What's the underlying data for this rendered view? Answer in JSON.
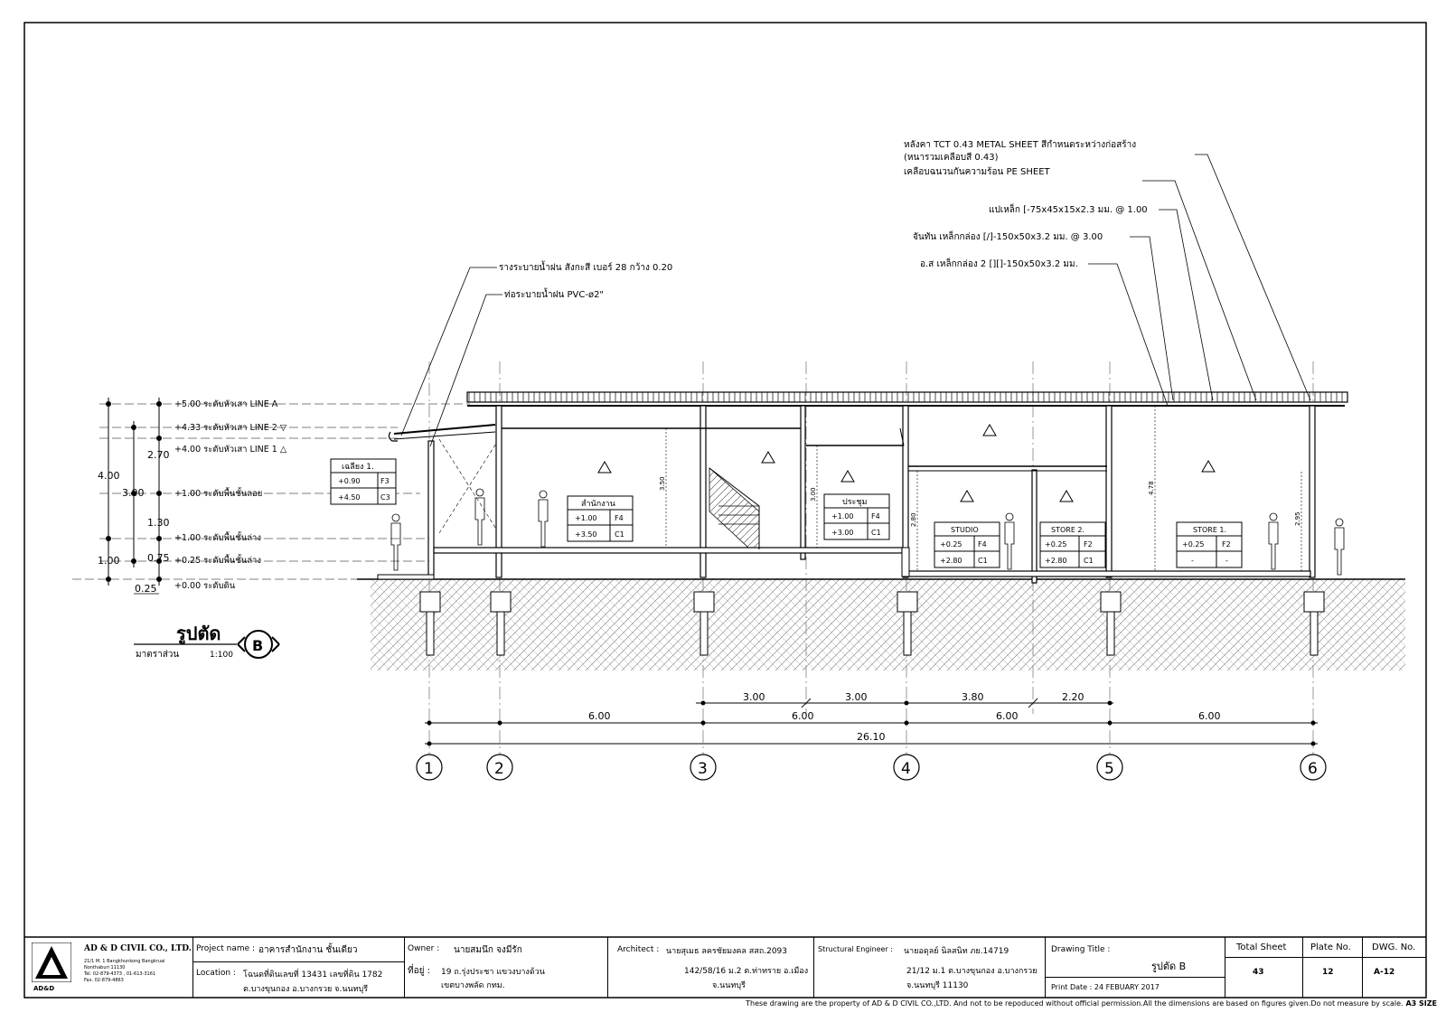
{
  "roof_notes": {
    "sheet_line1": "หลังคา TCT 0.43 METAL SHEET สีกำหนดระหว่างก่อสร้าง",
    "sheet_line2": "(หนารวมเคลือบสี 0.43)",
    "sheet_line3": "เคลือบฉนวนกันความร้อน PE SHEET",
    "purlin": "แปเหล็ก [-75x45x15x2.3 มม. @ 1.00",
    "rafter": "จันทัน เหล็กกล่อง [/]-150x50x3.2 มม. @ 3.00",
    "column": "อ.ส เหล็กกล่อง 2 [][]-150x50x3.2 มม."
  },
  "gutter_notes": {
    "gutter": "รางระบายน้ำฝน สังกะสี เบอร์ 28 กว้าง 0.20",
    "pipe": "ท่อระบายน้ำฝน PVC-ø2\""
  },
  "levels": [
    {
      "text": "+5.00 ระดับหัวเสา LINE A"
    },
    {
      "text": "+4.33 ระดับหัวเสา LINE 2 ▽"
    },
    {
      "text": "+4.00 ระดับหัวเสา LINE 1 △"
    },
    {
      "text": "+1.00 ระดับพื้นชั้นลอย"
    },
    {
      "text": "+1.00 ระดับพื้นชั้นล่าง"
    },
    {
      "text": "+0.25 ระดับพื้นชั้นล่าง"
    },
    {
      "text": "+0.00 ระดับดิน"
    }
  ],
  "level_dims": [
    "4.00",
    "3.00",
    "2.70",
    "1.30",
    "1.00",
    "0.75",
    "0.25"
  ],
  "rooms": [
    {
      "name": "เฉลียง 1.",
      "floor": "+0.90",
      "floor_tag": "F3",
      "ceil": "+4.50",
      "ceil_tag": "C3"
    },
    {
      "name": "สำนักงาน",
      "floor": "+1.00",
      "floor_tag": "F4",
      "ceil": "+3.50",
      "ceil_tag": "C1"
    },
    {
      "name": "ประชุม",
      "floor": "+1.00",
      "floor_tag": "F4",
      "ceil": "+3.00",
      "ceil_tag": "C1"
    },
    {
      "name": "STUDIO",
      "floor": "+0.25",
      "floor_tag": "F4",
      "ceil": "+2.80",
      "ceil_tag": "C1"
    },
    {
      "name": "STORE 2.",
      "floor": "+0.25",
      "floor_tag": "F2",
      "ceil": "+2.80",
      "ceil_tag": "C1"
    },
    {
      "name": "STORE 1.",
      "floor": "+0.25",
      "floor_tag": "F2",
      "ceil": "-",
      "ceil_tag": "-"
    }
  ],
  "vertical_dims": [
    "3.50",
    "3.00",
    "2.80",
    "4.78",
    "2.95"
  ],
  "section": {
    "title": "รูปตัด",
    "scale_label": "มาตราส่วน",
    "scale": "1:100",
    "marker": "B"
  },
  "dims_top": [
    "3.00",
    "3.00",
    "3.80",
    "2.20"
  ],
  "dims_mid": [
    "6.00",
    "6.00",
    "6.00",
    "6.00"
  ],
  "dims_total": "26.10",
  "grid_labels": [
    "1",
    "2",
    "3",
    "4",
    "5",
    "6"
  ],
  "title_block": {
    "company": "AD & D CIVIL CO., LTD.",
    "company_addr1": "21/1 M. 1 Bangkhunkong Bangkruai",
    "company_addr2": "Nonthaburi 11130",
    "company_tel": "Tel. 02-879-4373 , 01-613-3161",
    "company_fax": "Fax. 02-879-4863",
    "logo_text": "AD&D",
    "project_label": "Project name :",
    "project_name": "อาคารสำนักงาน ชั้นเดียว",
    "location_label": "Location :",
    "location_line1": "โฉนดที่ดินเลขที่ 13431 เลขที่ดิน 1782",
    "location_line2": "ต.บางขุนกอง อ.บางกรวย จ.นนทบุรี",
    "owner_label": "Owner :",
    "owner_name": "นายสมนึก จงมีรัก",
    "owner_addr_label": "ที่อยู่ :",
    "owner_addr1": "19 ถ.รุ่งประชา แขวงบางด้วน",
    "owner_addr2": "เขตบางพลัด กทม.",
    "architect_label": "Architect :",
    "architect_name": "นายสุเมธ ลครชัยมงคล สสถ.2093",
    "architect_addr1": "142/58/16 ม.2 ต.ท่าทราย อ.เมือง",
    "architect_addr2": "จ.นนทบุรี",
    "engineer_label": "Structural Engineer :",
    "engineer_name": "นายอดุลย์ นิลสนิท ภย.14719",
    "engineer_addr1": "21/12 ม.1 ต.บางขุนกอง อ.บางกรวย",
    "engineer_addr2": "จ.นนทบุรี 11130",
    "drawing_title_label": "Drawing Title :",
    "drawing_title": "รูปตัด B",
    "print_date": "Print Date : 24 FEBUARY 2017",
    "total_sheet_label": "Total Sheet",
    "total_sheet": "43",
    "plate_label": "Plate No.",
    "plate": "12",
    "dwg_label": "DWG. No.",
    "dwg": "A-12"
  },
  "footer": "These drawing are the property of AD & D CIVIL CO.,LTD. And not to be repoduced without official permission.All the dimensions are based on figures given.Do not measure by scale.",
  "footer_size": "A3 SIZE"
}
